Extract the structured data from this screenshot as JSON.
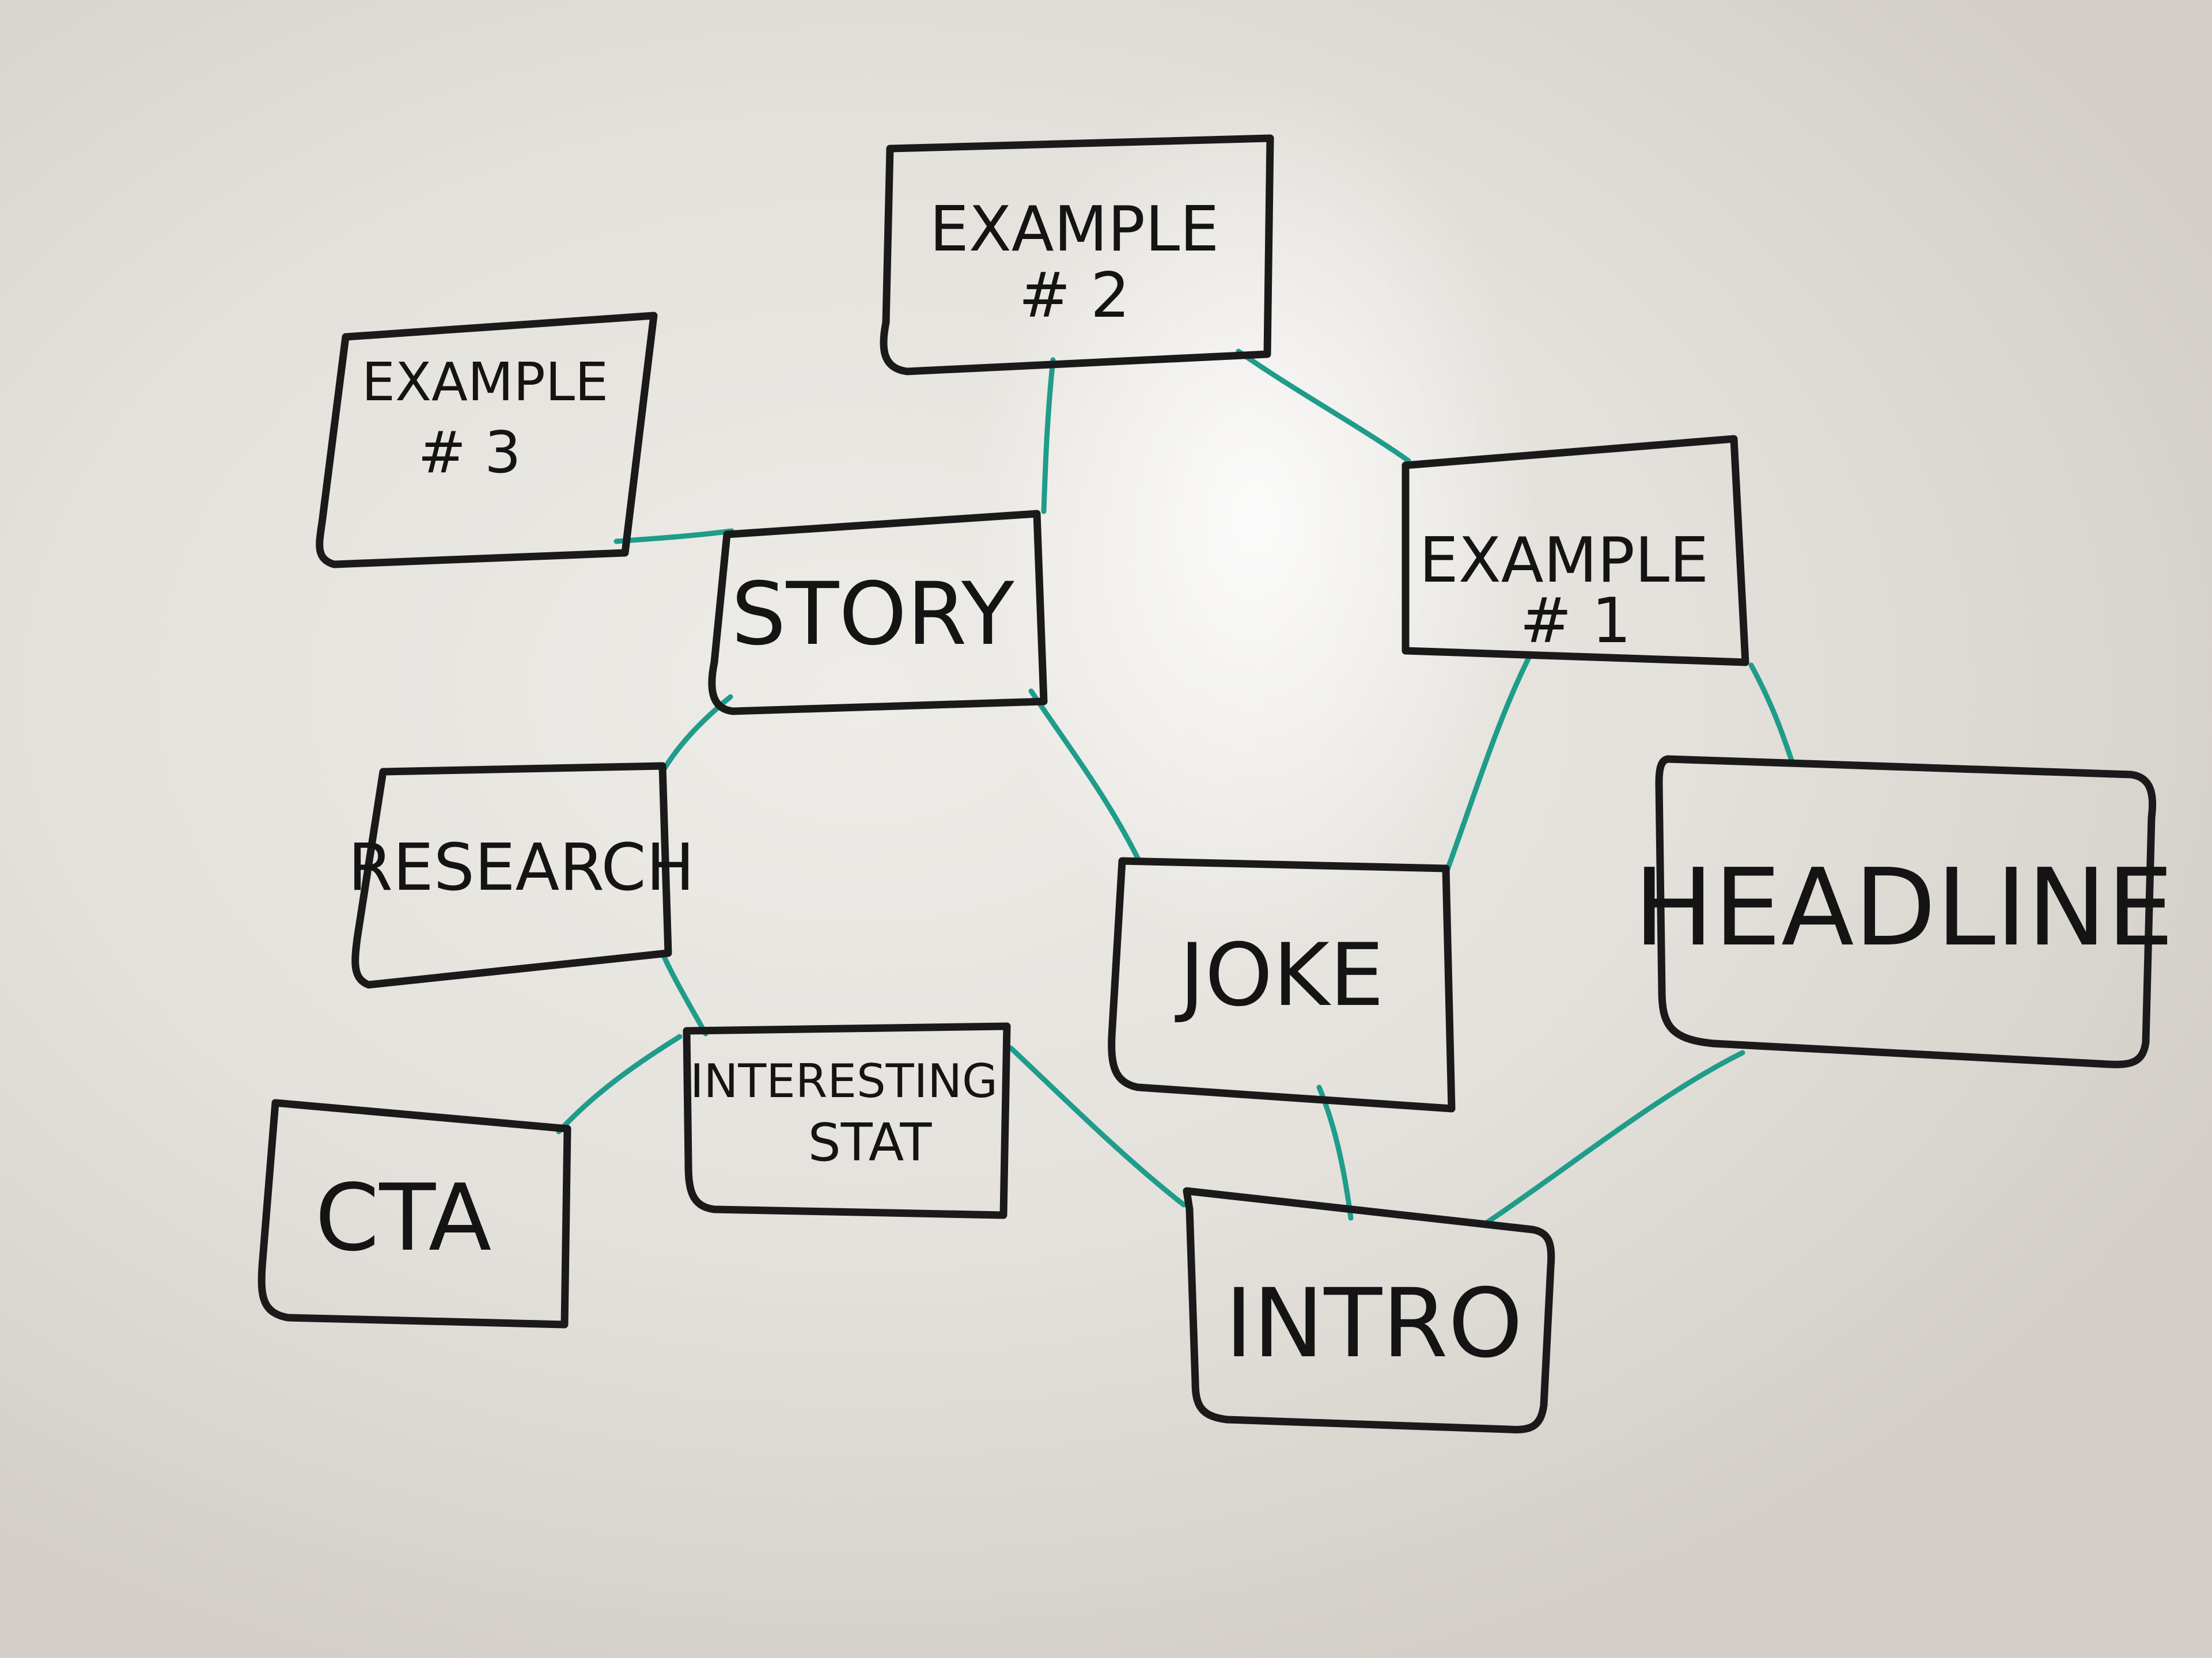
{
  "diagram": {
    "nodes": {
      "example2": {
        "line1": "EXAMPLE",
        "line2": "# 2"
      },
      "example3": {
        "line1": "EXAMPLE",
        "line2": "# 3"
      },
      "example1": {
        "line1": "EXAMPLE",
        "line2": "# 1"
      },
      "story": {
        "label": "STORY"
      },
      "research": {
        "label": "RESEARCH"
      },
      "joke": {
        "label": "JOKE"
      },
      "headline": {
        "label": "HEADLINE"
      },
      "interesting_stat": {
        "line1": "INTERESTING",
        "line2": "STAT"
      },
      "cta": {
        "label": "CTA"
      },
      "intro": {
        "label": "INTRO"
      }
    },
    "links": [
      [
        "example2",
        "story"
      ],
      [
        "example2",
        "example1"
      ],
      [
        "example3",
        "story"
      ],
      [
        "story",
        "research"
      ],
      [
        "story",
        "joke"
      ],
      [
        "example1",
        "joke"
      ],
      [
        "example1",
        "headline"
      ],
      [
        "research",
        "interesting_stat"
      ],
      [
        "interesting_stat",
        "cta"
      ],
      [
        "interesting_stat",
        "intro"
      ],
      [
        "joke",
        "intro"
      ],
      [
        "headline",
        "intro"
      ]
    ],
    "colors": {
      "box_stroke": "#1a1a1a",
      "connector": "#1f9c8a",
      "board": "#e6e3de"
    }
  }
}
